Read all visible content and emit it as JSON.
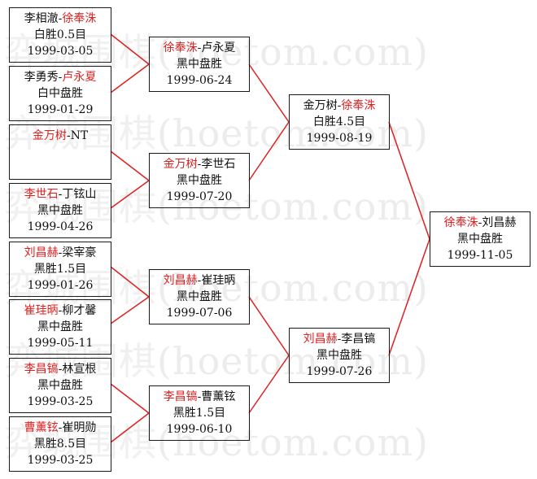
{
  "watermark": "(hoetom.com)",
  "colors": {
    "winner": "#e01f1f",
    "connector": "#e01f1f",
    "border": "#1a1a1a",
    "watermark": "#ececec"
  },
  "matches": {
    "r1_1": {
      "p1": "李相澈",
      "p2": "徐奉洙",
      "winner": 2,
      "result": "白胜0.5目",
      "date": "1999-03-05"
    },
    "r1_2": {
      "p1": "李勇秀",
      "p2": "卢永夏",
      "winner": 2,
      "result": "白中盘胜",
      "date": "1999-01-29"
    },
    "r1_3": {
      "p1": "金万树",
      "p2": "NT",
      "winner": 1,
      "result": "",
      "date": ""
    },
    "r1_4": {
      "p1": "李世石",
      "p2": "丁铉山",
      "winner": 1,
      "result": "黑中盘胜",
      "date": "1999-04-26"
    },
    "r1_5": {
      "p1": "刘昌赫",
      "p2": "梁宰豪",
      "winner": 1,
      "result": "黑胜1.5目",
      "date": "1999-01-26"
    },
    "r1_6": {
      "p1": "崔珪昞",
      "p2": "柳才馨",
      "winner": 1,
      "result": "黑中盘胜",
      "date": "1999-05-11"
    },
    "r1_7": {
      "p1": "李昌镐",
      "p2": "林宣根",
      "winner": 1,
      "result": "黑中盘胜",
      "date": "1999-03-25"
    },
    "r1_8": {
      "p1": "曹薰铉",
      "p2": "崔明勋",
      "winner": 1,
      "result": "黑胜8.5目",
      "date": "1999-03-25"
    },
    "r2_1": {
      "p1": "徐奉洙",
      "p2": "卢永夏",
      "winner": 1,
      "result": "黑中盘胜",
      "date": "1999-06-24"
    },
    "r2_2": {
      "p1": "金万树",
      "p2": "李世石",
      "winner": 1,
      "result": "黑中盘胜",
      "date": "1999-07-20"
    },
    "r2_3": {
      "p1": "刘昌赫",
      "p2": "崔珪昞",
      "winner": 1,
      "result": "黑中盘胜",
      "date": "1999-07-06"
    },
    "r2_4": {
      "p1": "李昌镐",
      "p2": "曹薰铉",
      "winner": 1,
      "result": "黑胜1.5目",
      "date": "1999-06-10"
    },
    "r3_1": {
      "p1": "金万树",
      "p2": "徐奉洙",
      "winner": 2,
      "result": "白胜4.5目",
      "date": "1999-08-19"
    },
    "r3_2": {
      "p1": "刘昌赫",
      "p2": "李昌镐",
      "winner": 1,
      "result": "黑中盘胜",
      "date": "1999-07-26"
    },
    "final": {
      "p1": "徐奉洙",
      "p2": "刘昌赫",
      "winner": 1,
      "result": "黑中盘胜",
      "date": "1999-11-05"
    }
  }
}
